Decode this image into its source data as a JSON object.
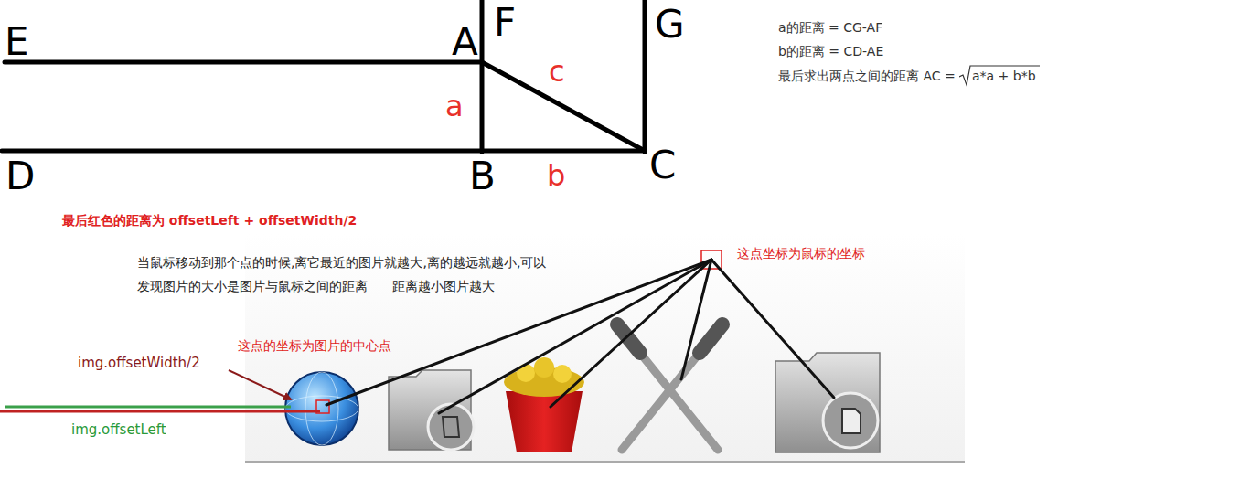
{
  "diagram": {
    "labels": [
      "E",
      "A",
      "F",
      "G",
      "a",
      "c",
      "D",
      "B",
      "b",
      "C",
      "a的距离 = CG-AF",
      "b的距离 = CD-AE",
      "最后求出两点之间的距离 AC =",
      "a*a + b*b",
      "最后红色的距离为 offsetLeft + offsetWidth/2",
      "当鼠标移动到那个点的时候,离它最近的图片就越大,离的越远就越小,可以",
      "发现图片的大小是图片与鼠标之间的距离      距离越小图片越大",
      "这点坐标为鼠标的坐标",
      "这点的坐标为图片的中心点",
      "img.offsetWidth/2",
      "img.offsetLeft"
    ]
  }
}
